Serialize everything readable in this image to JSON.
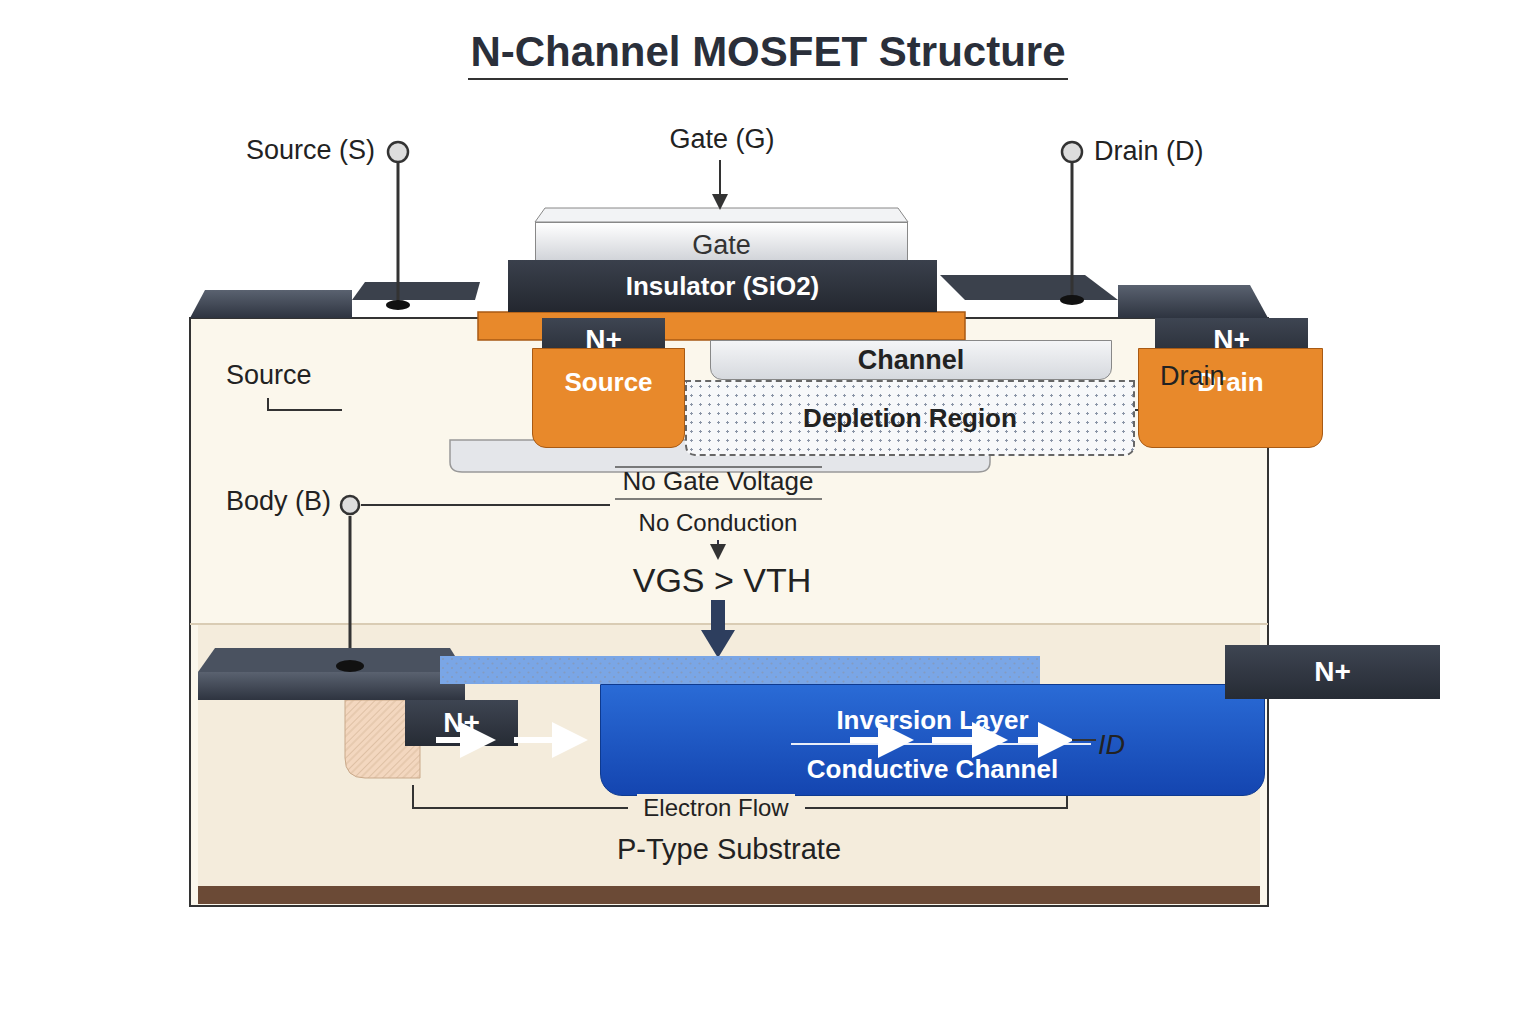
{
  "diagram": {
    "title": "N-Channel MOSFET Structure",
    "nodes": [
      {
        "text": [
          "P-Type Substrate"
        ]
      },
      {
        "text": [
          "Gate"
        ]
      },
      {
        "text": [
          "Insulator (SiO2)"
        ]
      },
      {
        "text": [
          "N+"
        ],
        "in": 0
      },
      {
        "text": [
          "Source"
        ],
        "in": 0
      },
      {
        "text": [
          "N+"
        ],
        "in": 0
      },
      {
        "text": [
          "Drain"
        ],
        "in": 0
      },
      {
        "text": [
          "Channel"
        ],
        "in": 0
      },
      {
        "text": [
          "Depletion Region"
        ],
        "in": 0
      },
      {
        "text": [
          "N+"
        ],
        "in": 0
      },
      {
        "text": [
          "Inversion Layer",
          "Conductive Channel"
        ],
        "in": 0
      },
      {
        "text": [
          "N+"
        ],
        "in": 0
      }
    ],
    "labels": [
      "Source (S)",
      "Gate (G)",
      "Drain (D)",
      "Source",
      "Drain",
      "Body (B)",
      "No Gate Voltage",
      "No Conduction",
      "VGS > VTH",
      "ID",
      "Electron Flow"
    ]
  }
}
